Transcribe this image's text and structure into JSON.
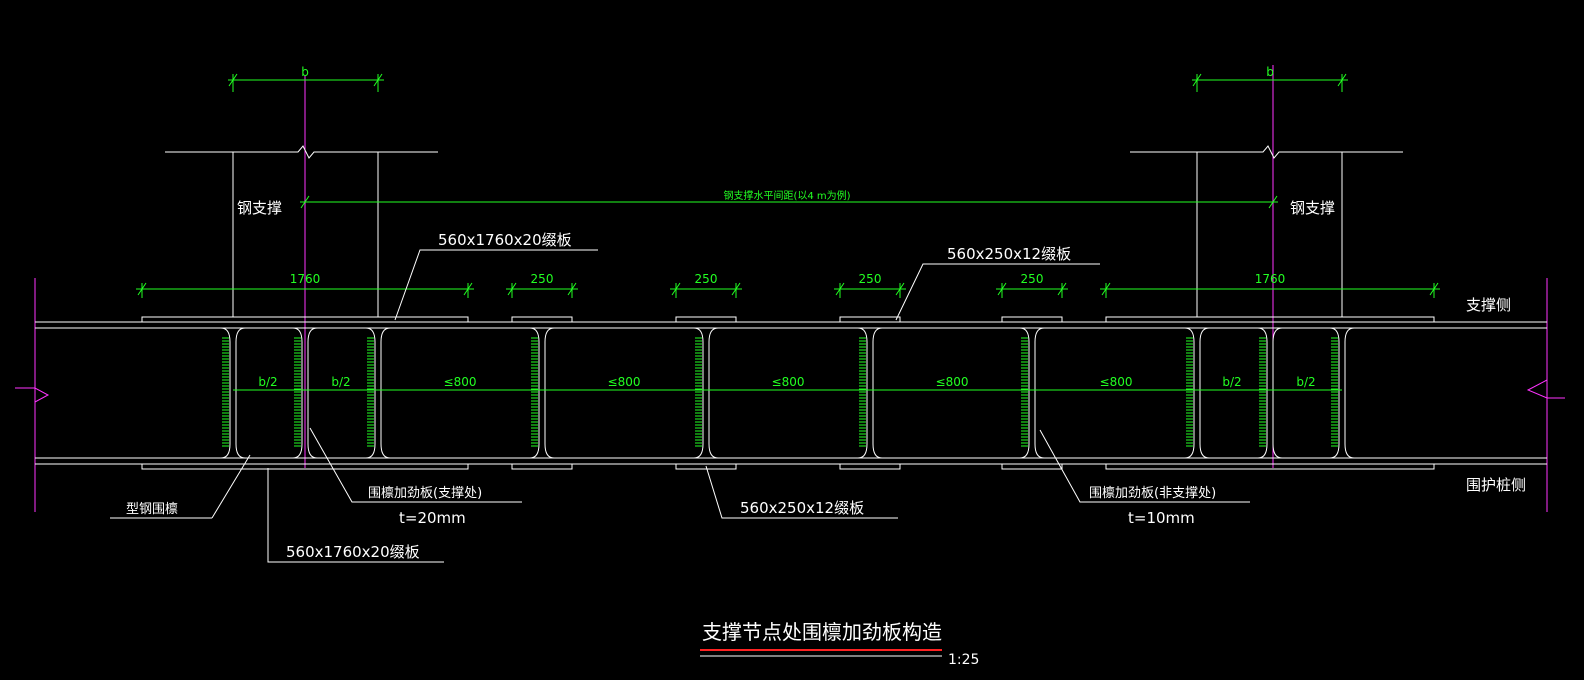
{
  "drawing": {
    "title": "支撑节点处围檩加劲板构造",
    "scale": "1:25",
    "side_top": "支撑侧",
    "side_bottom": "围护桩侧",
    "steel_brace_left": "钢支撑",
    "steel_brace_right": "钢支撑",
    "brace_spacing_note": "钢支撑水平间距(以4 m为例)",
    "dim_b_left": "b",
    "dim_b_right": "b",
    "dim_1760_left": "1760",
    "dim_1760_right": "1760",
    "dim_250": [
      "250",
      "250",
      "250",
      "250"
    ],
    "half_b": [
      "b/2",
      "b/2",
      "b/2",
      "b/2"
    ],
    "le800": [
      "≤800",
      "≤800",
      "≤800",
      "≤800",
      "≤800"
    ],
    "plate_top_large": "560x1760x20缀板",
    "plate_top_small": "560x250x12缀板",
    "plate_bottom_small": "560x250x12缀板",
    "plate_bottom_large": "560x1760x20缀板",
    "waling": "型钢围檩",
    "stiffener_brace": "围檩加劲板(支撑处)",
    "stiffener_brace_t": "t=20mm",
    "stiffener_nonbrace": "围檩加劲板(非支撑处)",
    "stiffener_nonbrace_t": "t=10mm"
  },
  "colors": {
    "line": "#ffffff",
    "dimension": "#22ff22",
    "axis": "#ff33ff",
    "title_underline": "#ff2222"
  }
}
